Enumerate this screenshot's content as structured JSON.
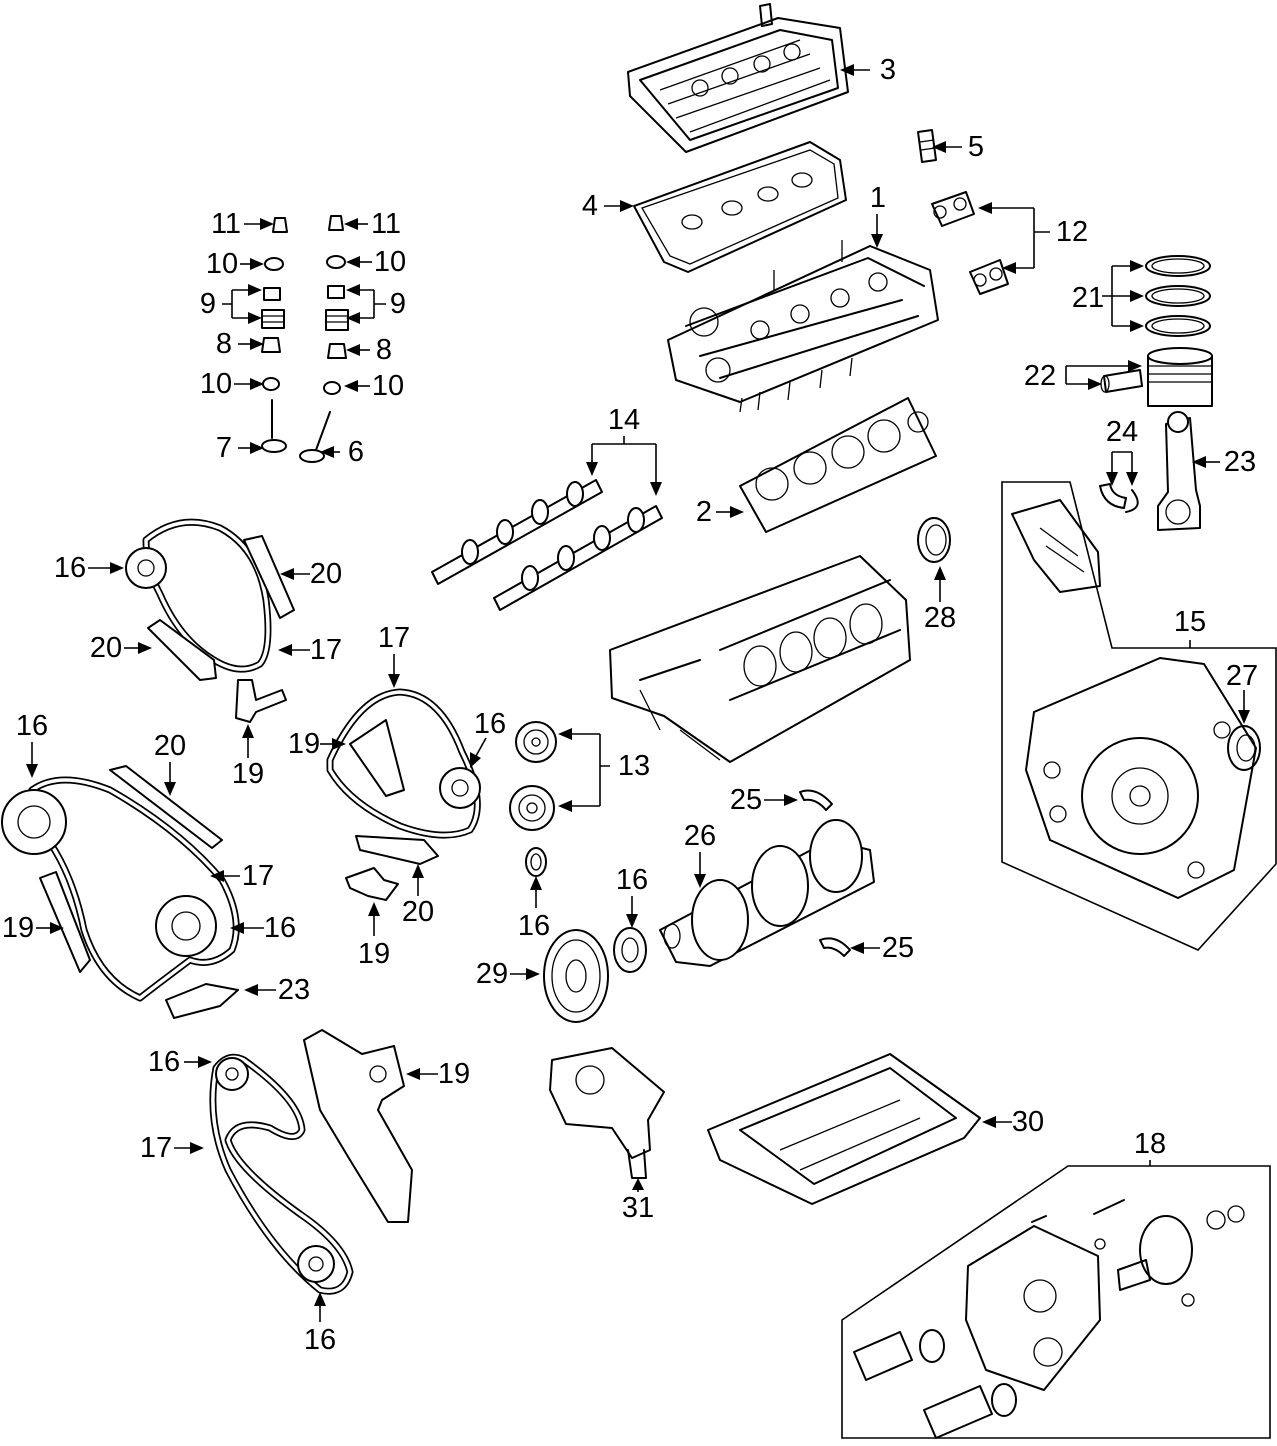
{
  "callouts": [
    {
      "n": "1"
    },
    {
      "n": "2"
    },
    {
      "n": "3"
    },
    {
      "n": "4"
    },
    {
      "n": "5"
    },
    {
      "n": "6"
    },
    {
      "n": "7"
    },
    {
      "n": "8"
    },
    {
      "n": "8"
    },
    {
      "n": "9"
    },
    {
      "n": "9"
    },
    {
      "n": "10"
    },
    {
      "n": "10"
    },
    {
      "n": "10"
    },
    {
      "n": "10"
    },
    {
      "n": "11"
    },
    {
      "n": "11"
    },
    {
      "n": "12"
    },
    {
      "n": "13"
    },
    {
      "n": "14"
    },
    {
      "n": "15"
    },
    {
      "n": "16"
    },
    {
      "n": "16"
    },
    {
      "n": "16"
    },
    {
      "n": "16"
    },
    {
      "n": "16"
    },
    {
      "n": "16"
    },
    {
      "n": "16"
    },
    {
      "n": "16"
    },
    {
      "n": "17"
    },
    {
      "n": "17"
    },
    {
      "n": "17"
    },
    {
      "n": "17"
    },
    {
      "n": "18"
    },
    {
      "n": "19"
    },
    {
      "n": "19"
    },
    {
      "n": "19"
    },
    {
      "n": "19"
    },
    {
      "n": "19"
    },
    {
      "n": "20"
    },
    {
      "n": "20"
    },
    {
      "n": "20"
    },
    {
      "n": "20"
    },
    {
      "n": "21"
    },
    {
      "n": "22"
    },
    {
      "n": "23"
    },
    {
      "n": "23"
    },
    {
      "n": "24"
    },
    {
      "n": "25"
    },
    {
      "n": "25"
    },
    {
      "n": "26"
    },
    {
      "n": "27"
    },
    {
      "n": "28"
    },
    {
      "n": "29"
    },
    {
      "n": "30"
    },
    {
      "n": "31"
    }
  ]
}
